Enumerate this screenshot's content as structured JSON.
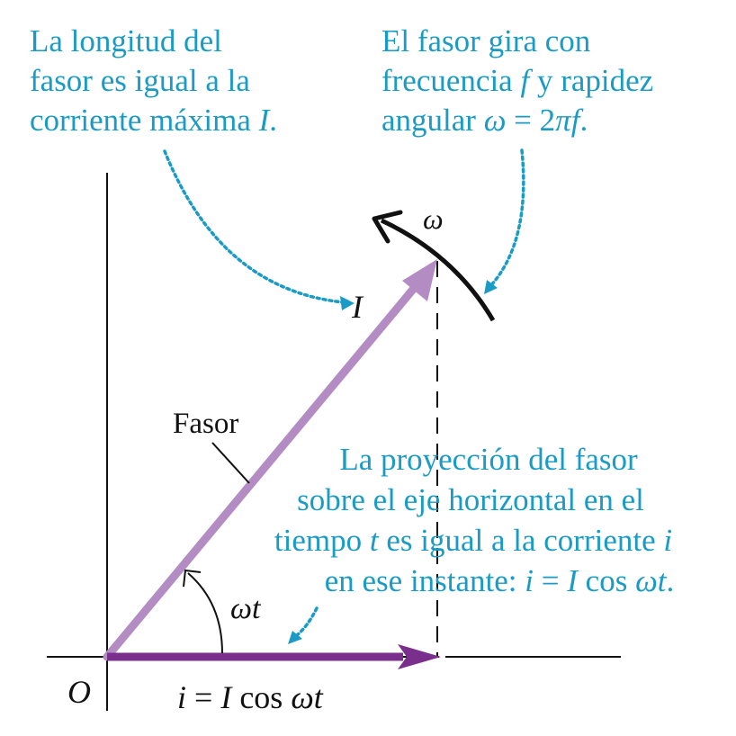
{
  "colors": {
    "callout_text": "#1a9bc6",
    "callout_arrow": "#1a9bc6",
    "phasor": "#b48cc4",
    "projection": "#7a2f8c",
    "axes": "#111111",
    "rotation_arc": "#111111",
    "dashed_line": "#111111"
  },
  "callout_length": {
    "line1": "La longitud del",
    "line2": "fasor es igual a la",
    "line3_a": "corriente máxima ",
    "line3_var": "I",
    "line3_end": "."
  },
  "callout_rotation": {
    "line1": "El fasor gira con",
    "line2_a": "frecuencia ",
    "line2_var": "f",
    "line2_b": " y rapidez",
    "line3_a": "angular ",
    "line3_omega": "ω",
    "line3_eq": " = 2",
    "line3_pi": "π",
    "line3_f": "f",
    "line3_end": "."
  },
  "callout_projection": {
    "line1": "La proyección del fasor",
    "line2": "sobre el eje horizontal en el",
    "line3_a": "tiempo ",
    "line3_var": "t",
    "line3_b": " es igual a la corriente ",
    "line3_var2": "i",
    "line4_a": "en ese instante: ",
    "line4_i": "i",
    "line4_eq": " = ",
    "line4_I": "I",
    "line4_cos": " cos ",
    "line4_wt": "ωt",
    "line4_end": "."
  },
  "labels": {
    "omega": "ω",
    "phasor_magnitude": "I",
    "phasor_name": "Fasor",
    "angle": "ωt",
    "origin": "O",
    "projection_i": "i",
    "projection_eq": " = ",
    "projection_I": "I",
    "projection_cos": " cos ",
    "projection_wt": "ωt"
  }
}
